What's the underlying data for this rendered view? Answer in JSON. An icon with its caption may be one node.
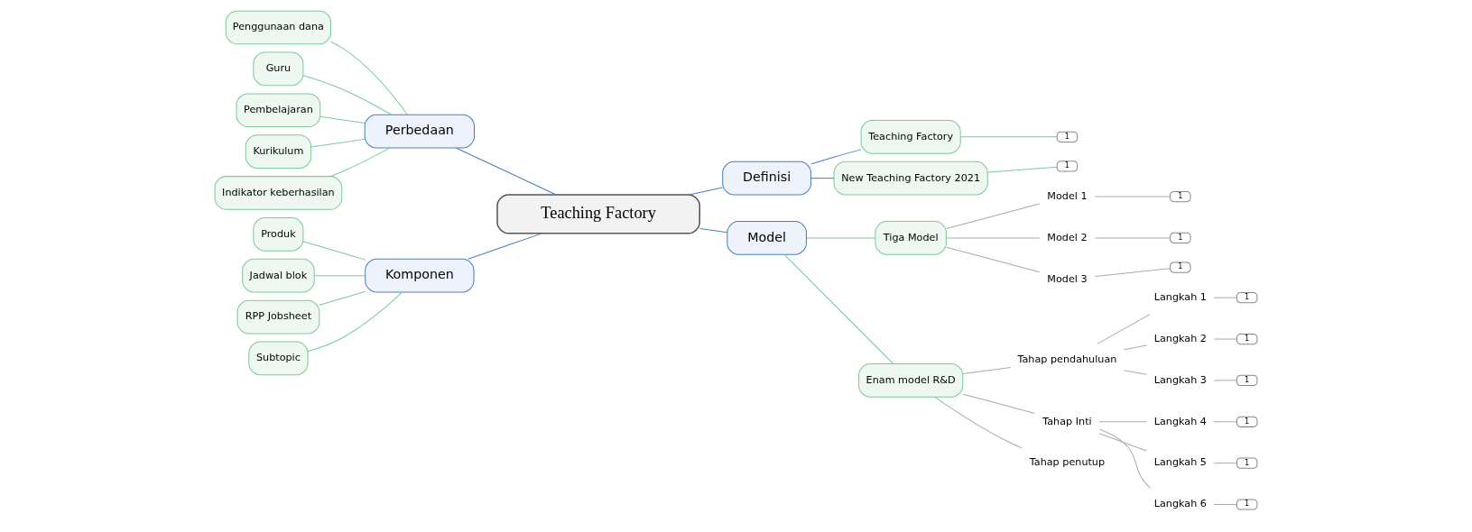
{
  "diagram": {
    "nodes": [
      {
        "text": [
          "Teaching Factory"
        ]
      },
      {
        "text": [
          "Perbedaan"
        ]
      },
      {
        "text": [
          "Penggunaan dana"
        ]
      },
      {
        "text": [
          "Guru"
        ]
      },
      {
        "text": [
          "Pembelajaran"
        ]
      },
      {
        "text": [
          "Kurikulum"
        ]
      },
      {
        "text": [
          "Indikator keberhasilan"
        ]
      },
      {
        "text": [
          "Komponen"
        ]
      },
      {
        "text": [
          "Produk"
        ]
      },
      {
        "text": [
          "Jadwal blok"
        ]
      },
      {
        "text": [
          "RPP Jobsheet"
        ]
      },
      {
        "text": [
          "Subtopic"
        ]
      },
      {
        "text": [
          "Definisi"
        ]
      },
      {
        "text": [
          "Teaching Factory"
        ]
      },
      {
        "text": [
          "1"
        ]
      },
      {
        "text": [
          "New Teaching Factory 2021"
        ]
      },
      {
        "text": [
          "1"
        ]
      },
      {
        "text": [
          "Model"
        ]
      },
      {
        "text": [
          "Tiga Model"
        ]
      },
      {
        "text": [
          "Model 1"
        ]
      },
      {
        "text": [
          "1"
        ]
      },
      {
        "text": [
          "Model 2"
        ]
      },
      {
        "text": [
          "1"
        ]
      },
      {
        "text": [
          "Model 3"
        ]
      },
      {
        "text": [
          "1"
        ]
      },
      {
        "text": [
          "Enam model R&D"
        ]
      },
      {
        "text": [
          "Tahap pendahuluan"
        ]
      },
      {
        "text": [
          "Langkah 1"
        ]
      },
      {
        "text": [
          "1"
        ]
      },
      {
        "text": [
          "Langkah 2"
        ]
      },
      {
        "text": [
          "1"
        ]
      },
      {
        "text": [
          "Langkah 3"
        ]
      },
      {
        "text": [
          "1"
        ]
      },
      {
        "text": [
          "Tahap Inti"
        ]
      },
      {
        "text": [
          "Langkah 4"
        ]
      },
      {
        "text": [
          "1"
        ]
      },
      {
        "text": [
          "Langkah 5"
        ]
      },
      {
        "text": [
          "1"
        ]
      },
      {
        "text": [
          "Langkah 6"
        ]
      },
      {
        "text": [
          "1"
        ]
      },
      {
        "text": [
          "Tahap penutup"
        ]
      }
    ],
    "edges": [
      {
        "from": 0,
        "to": 1,
        "arrow": "none",
        "color": "#4a7ebb"
      },
      {
        "from": 1,
        "to": 2,
        "arrow": "none",
        "color": "#7cc99a"
      },
      {
        "from": 1,
        "to": 3,
        "arrow": "none",
        "color": "#7cc99a"
      },
      {
        "from": 1,
        "to": 4,
        "arrow": "none",
        "color": "#7cc99a"
      },
      {
        "from": 1,
        "to": 5,
        "arrow": "none",
        "color": "#7cc99a"
      },
      {
        "from": 1,
        "to": 6,
        "arrow": "none",
        "color": "#7cc99a"
      },
      {
        "from": 0,
        "to": 7,
        "arrow": "none",
        "color": "#4a7ebb"
      },
      {
        "from": 7,
        "to": 8,
        "arrow": "none",
        "color": "#7cc99a"
      },
      {
        "from": 7,
        "to": 9,
        "arrow": "none",
        "color": "#7cc99a"
      },
      {
        "from": 7,
        "to": 10,
        "arrow": "none",
        "color": "#7cc99a"
      },
      {
        "from": 7,
        "to": 11,
        "arrow": "none",
        "color": "#7cc99a"
      },
      {
        "from": 0,
        "to": 12,
        "arrow": "none",
        "color": "#4a7ebb"
      },
      {
        "from": 12,
        "to": 13,
        "arrow": "none",
        "color": "#4a7ebb"
      },
      {
        "from": 13,
        "to": 14,
        "arrow": "none",
        "color": "#7cc99a"
      },
      {
        "from": 12,
        "to": 15,
        "arrow": "none",
        "color": "#4a7ebb"
      },
      {
        "from": 15,
        "to": 16,
        "arrow": "none",
        "color": "#7cc99a"
      },
      {
        "from": 0,
        "to": 17,
        "arrow": "none",
        "color": "#4a7ebb"
      },
      {
        "from": 17,
        "to": 18,
        "arrow": "none",
        "color": "#7cc99a"
      },
      {
        "from": 18,
        "to": 19,
        "arrow": "none",
        "color": "#aaaaaa"
      },
      {
        "from": 19,
        "to": 20,
        "arrow": "none",
        "color": "#aaaaaa"
      },
      {
        "from": 18,
        "to": 21,
        "arrow": "none",
        "color": "#aaaaaa"
      },
      {
        "from": 21,
        "to": 22,
        "arrow": "none",
        "color": "#aaaaaa"
      },
      {
        "from": 18,
        "to": 23,
        "arrow": "none",
        "color": "#aaaaaa"
      },
      {
        "from": 23,
        "to": 24,
        "arrow": "none",
        "color": "#aaaaaa"
      },
      {
        "from": 17,
        "to": 25,
        "arrow": "none",
        "color": "#7cc99a"
      },
      {
        "from": 25,
        "to": 26,
        "arrow": "none",
        "color": "#aaaaaa"
      },
      {
        "from": 26,
        "to": 27,
        "arrow": "none",
        "color": "#aaaaaa"
      },
      {
        "from": 27,
        "to": 28,
        "arrow": "none",
        "color": "#aaaaaa"
      },
      {
        "from": 26,
        "to": 29,
        "arrow": "none",
        "color": "#aaaaaa"
      },
      {
        "from": 29,
        "to": 30,
        "arrow": "none",
        "color": "#aaaaaa"
      },
      {
        "from": 26,
        "to": 31,
        "arrow": "none",
        "color": "#aaaaaa"
      },
      {
        "from": 31,
        "to": 32,
        "arrow": "none",
        "color": "#aaaaaa"
      },
      {
        "from": 25,
        "to": 33,
        "arrow": "none",
        "color": "#aaaaaa"
      },
      {
        "from": 33,
        "to": 34,
        "arrow": "none",
        "color": "#aaaaaa"
      },
      {
        "from": 34,
        "to": 35,
        "arrow": "none",
        "color": "#aaaaaa"
      },
      {
        "from": 33,
        "to": 36,
        "arrow": "none",
        "color": "#aaaaaa"
      },
      {
        "from": 36,
        "to": 37,
        "arrow": "none",
        "color": "#aaaaaa"
      },
      {
        "from": 33,
        "to": 38,
        "arrow": "none",
        "color": "#aaaaaa"
      },
      {
        "from": 38,
        "to": 39,
        "arrow": "none",
        "color": "#aaaaaa"
      },
      {
        "from": 25,
        "to": 40,
        "arrow": "none",
        "color": "#aaaaaa"
      }
    ]
  }
}
